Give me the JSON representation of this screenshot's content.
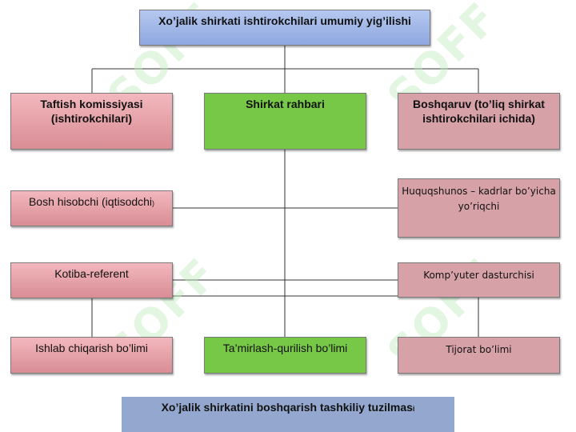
{
  "diagram": {
    "top": "Xo’jalik shirkati ishtirokchilari umumiy yig’ilishi",
    "audit": "Taftish komissiyasi (ishtirokchilari)",
    "head": "Shirkat rahbari",
    "board": "Boshqaruv (to’liq shirkat ishtirokchilari ichida)",
    "accountant": "Bosh hisobchi (iqtisodchi",
    "accountant_tail": ")",
    "lawyer": "Huquqshunos – kadrlar bo’yicha yo’riqchi",
    "secretary": "Kotiba-referent",
    "programmer": "Komp’yuter dasturchisi",
    "production": "Ishlab chiqarish bo’limi",
    "repair": "Ta’mirlash-qurilish bo’limi",
    "trade": "Tijorat bo’limi",
    "caption": "Xo’jalik shirkatini boshqarish tashkiliy tuzilmas",
    "caption_tail": "i",
    "watermark": "SOFF"
  }
}
